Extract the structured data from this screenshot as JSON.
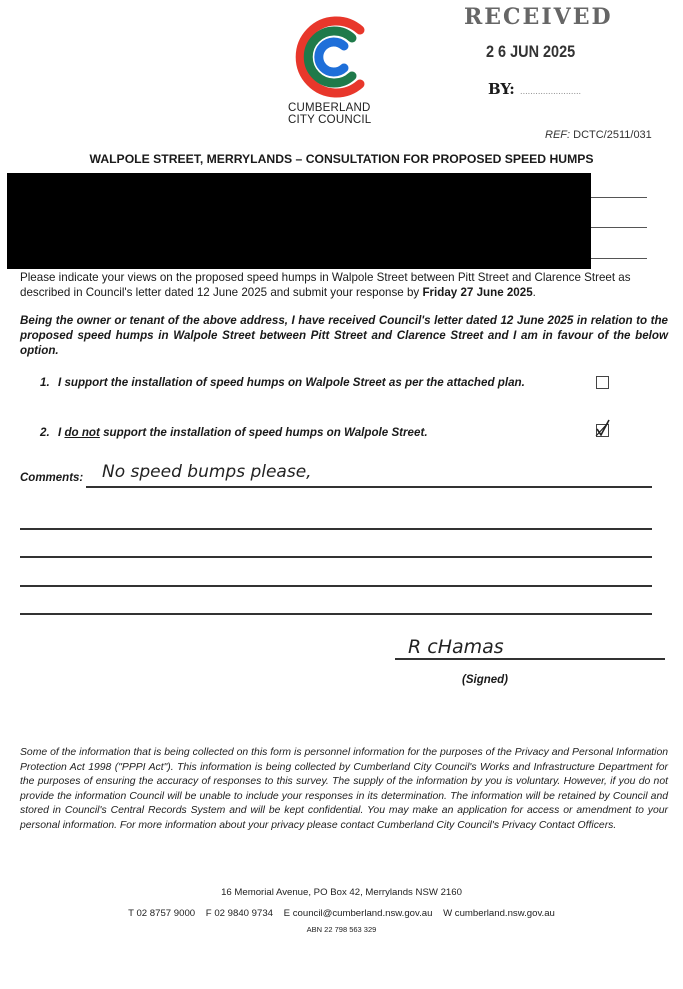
{
  "header": {
    "org_line1": "CUMBERLAND",
    "org_line2": "CITY COUNCIL",
    "stamp_received": "RECEIVED",
    "stamp_date": "2 6 JUN 2025",
    "stamp_by": "BY:",
    "ref_label": "REF:",
    "ref_value": "DCTC/2511/031",
    "brand_colors": {
      "red": "#e8372b",
      "green": "#1f7a4a",
      "blue": "#1e6fd9"
    }
  },
  "title": "WALPOLE STREET, MERRYLANDS – CONSULTATION FOR PROPOSED SPEED HUMPS",
  "intro": {
    "text_before": "Please indicate your views on the proposed speed humps in Walpole Street between Pitt Street and Clarence Street as described in Council's letter dated 12 June 2025 and submit your response by ",
    "deadline": "Friday 27 June 2025",
    "text_after": "."
  },
  "declaration": "Being the owner or tenant of the above address, I have received Council's letter dated 12 June 2025 in relation to the proposed speed humps in Walpole Street between Pitt Street and Clarence Street and I am in favour of the below option.",
  "options": [
    {
      "number": "1.",
      "text": "I support the installation of speed humps on Walpole Street as per the attached plan.",
      "checked": false
    },
    {
      "number": "2.",
      "pre": "I ",
      "underlined": "do not",
      "post": " support the installation of speed humps on Walpole Street.",
      "checked": true
    }
  ],
  "comments": {
    "label": "Comments:",
    "value": "No speed bumps please,"
  },
  "signature": {
    "handwritten": "R cHamas",
    "label": "(Signed)"
  },
  "privacy": "Some of the information that is being collected on this form is personnel information for the purposes of the Privacy and Personal Information Protection Act 1998 (\"PPPI Act\"). This information is being collected by Cumberland City Council's Works and Infrastructure Department for the purposes of ensuring the accuracy of responses to this survey. The supply of the information by you is voluntary. However, if you do not provide the information Council will be unable to include your responses in its determination. The information will be retained by Council and stored in Council's Central Records System and will be kept confidential. You may make an application for access or amendment to your personal information. For more information about your privacy please contact Cumberland City Council's Privacy Contact Officers.",
  "footer": {
    "address": "16 Memorial Avenue, PO Box 42, Merrylands NSW 2160",
    "contact": "T 02 8757 9000    F 02 9840 9734    E council@cumberland.nsw.gov.au    W cumberland.nsw.gov.au",
    "abn": "ABN 22 798 563 329"
  }
}
